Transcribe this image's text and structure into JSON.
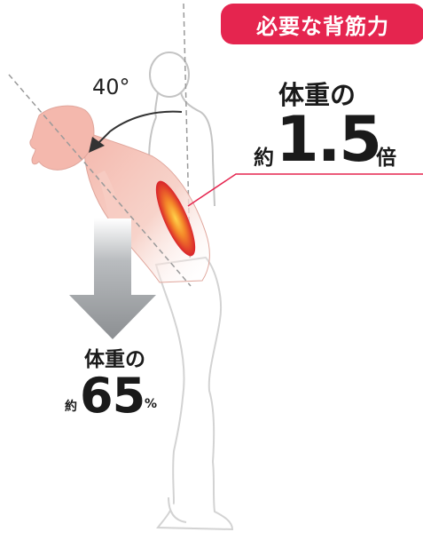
{
  "badge": {
    "label": "必要な背筋力"
  },
  "angle": {
    "label": "40°"
  },
  "back_muscle": {
    "title": "体重の",
    "prefix": "約",
    "value": "1.5",
    "suffix": "倍"
  },
  "upper_body": {
    "title": "体重の",
    "prefix": "約",
    "value": "65",
    "unit": "%"
  },
  "colors": {
    "badge": "#e5254f",
    "leader_line": "#e5254f",
    "body_fill": "#f6c9bf",
    "hot_spot": "#e63a25",
    "arrow": "#8c8f92"
  }
}
